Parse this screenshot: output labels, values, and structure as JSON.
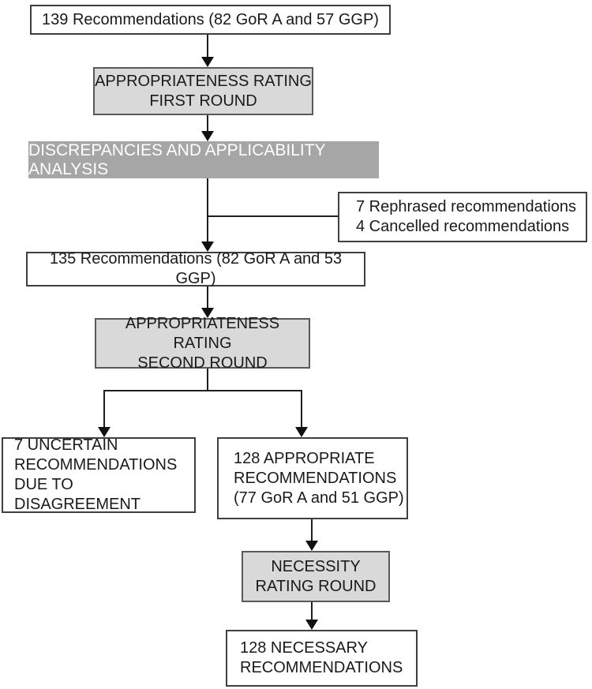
{
  "diagram": {
    "type": "flowchart",
    "colors": {
      "white_box_bg": "#ffffff",
      "white_box_border": "#3f3f3f",
      "light_gray_box_bg": "#d9d9d9",
      "light_gray_box_border": "#595959",
      "banner_bg": "#a6a6a6",
      "banner_text": "#ffffff",
      "text": "#1a1a1a",
      "connector_line": "#1f1f1f"
    },
    "nodes": {
      "recommendations_initial": {
        "text": "139 Recommendations (82 GoR A and 57 GGP)"
      },
      "appropriateness_first_round": {
        "lines": [
          "APPROPRIATENESS RATING",
          "FIRST ROUND"
        ]
      },
      "discrepancies_analysis": {
        "text": "DISCREPANCIES AND APPLICABILITY ANALYSIS"
      },
      "revision_note": {
        "lines": [
          "7 Rephrased recommendations",
          "4 Cancelled recommendations"
        ]
      },
      "recommendations_revised": {
        "text": "135 Recommendations (82 GoR A and 53 GGP)"
      },
      "appropriateness_second_round": {
        "lines": [
          "APPROPRIATENESS RATING",
          "SECOND ROUND"
        ]
      },
      "uncertain_recommendations": {
        "lines": [
          "7 UNCERTAIN",
          "RECOMMENDATIONS",
          "DUE TO DISAGREEMENT"
        ]
      },
      "appropriate_recommendations": {
        "lines": [
          "128 APPROPRIATE",
          "RECOMMENDATIONS",
          "(77 GoR A and 51 GGP)"
        ]
      },
      "necessity_rating_round": {
        "lines": [
          "NECESSITY",
          "RATING ROUND"
        ]
      },
      "necessary_recommendations": {
        "lines": [
          "128 NECESSARY",
          "RECOMMENDATIONS"
        ]
      }
    }
  }
}
